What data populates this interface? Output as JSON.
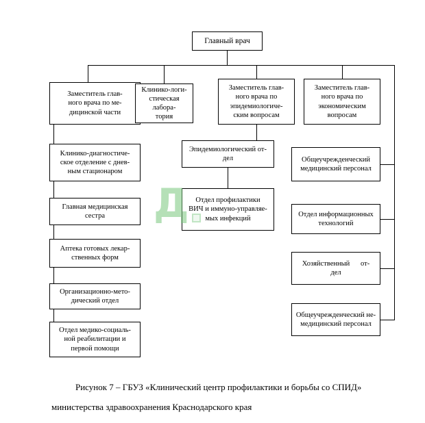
{
  "watermark": {
    "letter": "Д",
    "color": "#79c77e"
  },
  "chart": {
    "root": {
      "label": "Главный врач"
    },
    "level2": [
      {
        "id": "deputy-medical",
        "label": "Заместитель глав-\nного врача по ме-\nдицинской части"
      },
      {
        "id": "clinical-lab",
        "label": "Клинико-логи-\nстическая лабора-\nтория"
      },
      {
        "id": "deputy-epidemiology",
        "label": "Заместитель глав-\nного врача по\nэпидемиологиче-\nским вопросам"
      },
      {
        "id": "deputy-economics",
        "label": "Заместитель глав-\nного врача по\nэкономическим\nвопросам"
      }
    ],
    "medical_branch": [
      {
        "label": "Клинико-диагностиче-\nское отделение с днев-\nным стационаром"
      },
      {
        "label": "Главная медицинская\nсестра"
      },
      {
        "label": "Аптека готовых лекар-\nственных форм"
      },
      {
        "label": "Организационно-мето-\nдический отдел"
      },
      {
        "label": "Отдел медико-социаль-\nной реабилитации и\nпервой помощи"
      }
    ],
    "epidemiology_branch": [
      {
        "label": "Эпидемиологический от-\nдел"
      },
      {
        "label": "Отдел профилактики\nВИЧ и иммуно-управляе-\nмых инфекций"
      }
    ],
    "economics_branch": [
      {
        "label": "Общеучрежденческий\nмедицинский персонал"
      },
      {
        "label": "Отдел информационных\nтехнологий"
      },
      {
        "label": "Хозяйственный      от-\nдел"
      },
      {
        "label": "Общеучрежденческий не-\nмедицинский персонал"
      }
    ]
  },
  "caption": {
    "line1": "Рисунок 7 – ГБУЗ «Клинический центр профилактики и борьбы со СПИД»",
    "line2": "министерства здравоохранения Краснодарского края"
  }
}
